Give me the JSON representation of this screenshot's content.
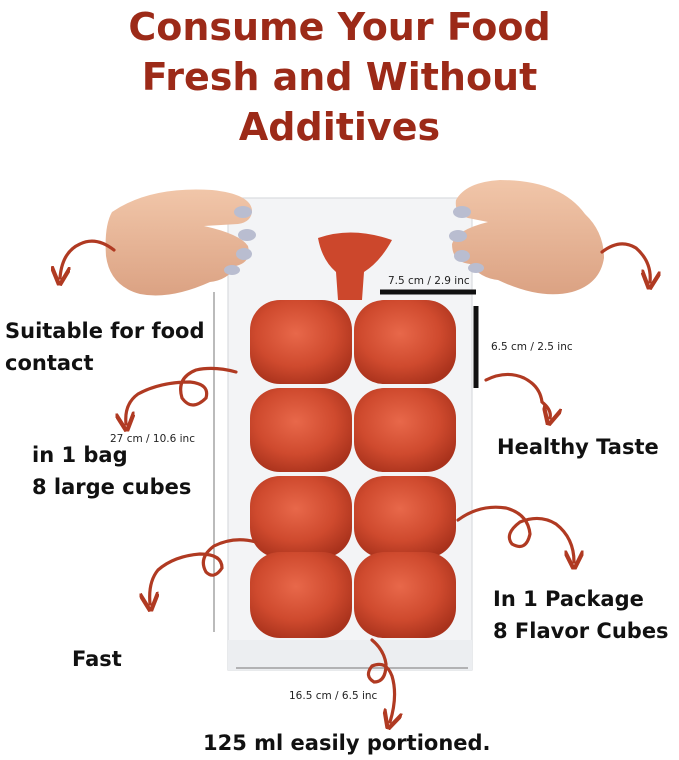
{
  "title": {
    "line1": "Consume Your Food",
    "line2": "Fresh and Without",
    "line3": "Additives"
  },
  "features": {
    "food_contact_line1": "Suitable for food",
    "food_contact_line2": "contact",
    "bag_line1": "in 1 bag",
    "bag_line2": "8 large cubes",
    "fast": "Fast",
    "healthy": "Healthy Taste",
    "package_line1": "In 1 Package",
    "package_line2": "8 Flavor Cubes",
    "portion": "125 ml easily portioned."
  },
  "dimensions": {
    "cube_width": "7.5 cm  /  2.9 inc",
    "cube_height": "6.5 cm  /  2.5  inc",
    "bag_height": "27 cm / 10.6 inc",
    "bag_width": "16.5 cm  /  6.5 inc"
  },
  "colors": {
    "title": "#9c2a18",
    "arrow": "#b03a22",
    "sauce": "#c9412a",
    "skin": "#e9b89a",
    "nails": "#b9bdd0"
  },
  "icons": [
    "curved-arrow-icon"
  ]
}
